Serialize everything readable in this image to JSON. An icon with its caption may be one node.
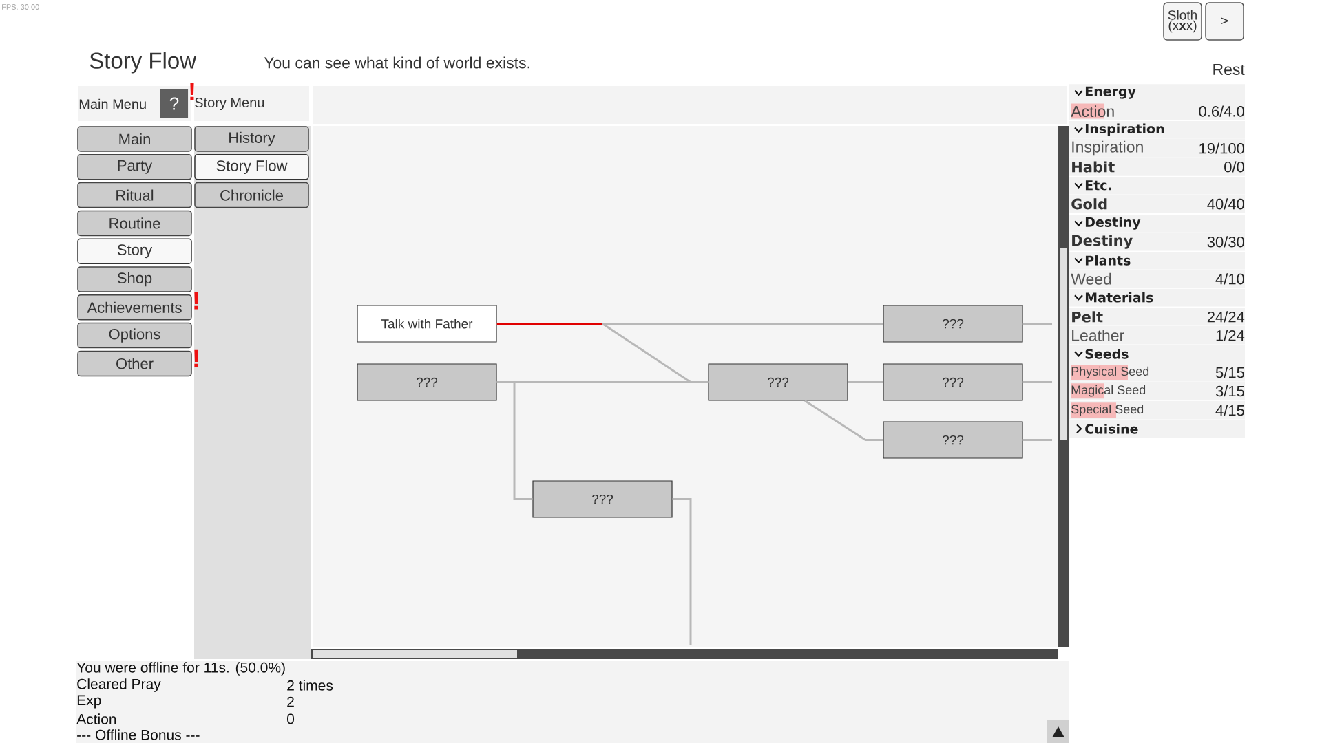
{
  "diagram": {
    "title": "Story Flow",
    "nodes": [
      {
        "text": [
          "Sloth (x**x**x)"
        ]
      },
      {
        "text": [
          ">"
        ]
      },
      {
        "text": [
          "?"
        ],
        "beside": [
          "!"
        ]
      },
      {
        "text": [
          "Main"
        ]
      },
      {
        "text": [
          "Party"
        ]
      },
      {
        "text": [
          "Ritual"
        ]
      },
      {
        "text": [
          "Routine"
        ]
      },
      {
        "text": [
          "Story"
        ]
      },
      {
        "text": [
          "Shop"
        ]
      },
      {
        "text": [
          "Achievements"
        ],
        "beside": [
          "!"
        ]
      },
      {
        "text": [
          "Options"
        ]
      },
      {
        "text": [
          "Other"
        ],
        "beside": [
          "!"
        ]
      },
      {
        "text": [
          "History"
        ]
      },
      {
        "text": [
          "Story Flow"
        ]
      },
      {
        "text": [
          "Chronicle"
        ]
      },
      {
        "text": [
          "Talk with Father"
        ]
      },
      {
        "text": [
          "???"
        ]
      },
      {
        "text": [
          "???"
        ]
      },
      {
        "text": [
          "???"
        ]
      },
      {
        "text": [
          "???"
        ]
      },
      {
        "text": [
          "???"
        ]
      },
      {
        "text": [
          "???"
        ]
      }
    ],
    "edges": [
      {
        "from": 15,
        "to": 16,
        "arrow": "none"
      },
      {
        "from": 15,
        "to": 18,
        "arrow": "none"
      },
      {
        "from": 17,
        "to": 18,
        "arrow": "none"
      },
      {
        "from": 17,
        "to": 21,
        "arrow": "none"
      },
      {
        "from": 18,
        "to": 19,
        "arrow": "none"
      },
      {
        "from": 18,
        "to": 20,
        "arrow": "none"
      },
      {
        "from": 21,
        "to": null,
        "arrow": "none"
      },
      {
        "from": 16,
        "to": null,
        "arrow": "none"
      },
      {
        "from": 19,
        "to": null,
        "arrow": "none"
      },
      {
        "from": 20,
        "to": null,
        "arrow": "none"
      }
    ],
    "labels": [
      "FPS: 30.00",
      "You can see what kind of world exists.",
      "Rest",
      "Main Menu",
      "Story Menu",
      "Energy",
      "Action",
      "0.6/4.0",
      "Inspiration",
      "Inspiration",
      "19/100",
      "Habit",
      "0/0",
      "Etc.",
      "Gold",
      "40/40",
      "Destiny",
      "Destiny",
      "30/30",
      "Plants",
      "Weed",
      "4/10",
      "Materials",
      "Pelt",
      "24/24",
      "Leather",
      "1/24",
      "Seeds",
      "Physical Seed",
      "5/15",
      "Magical Seed",
      "3/15",
      "Special Seed",
      "4/15",
      "Cuisine",
      "You were offline for 11s. (50.0%)",
      "Cleared Pray",
      "2 times",
      "Exp",
      "2",
      "Action",
      "0",
      "--- Offline Bonus ---"
    ]
  }
}
